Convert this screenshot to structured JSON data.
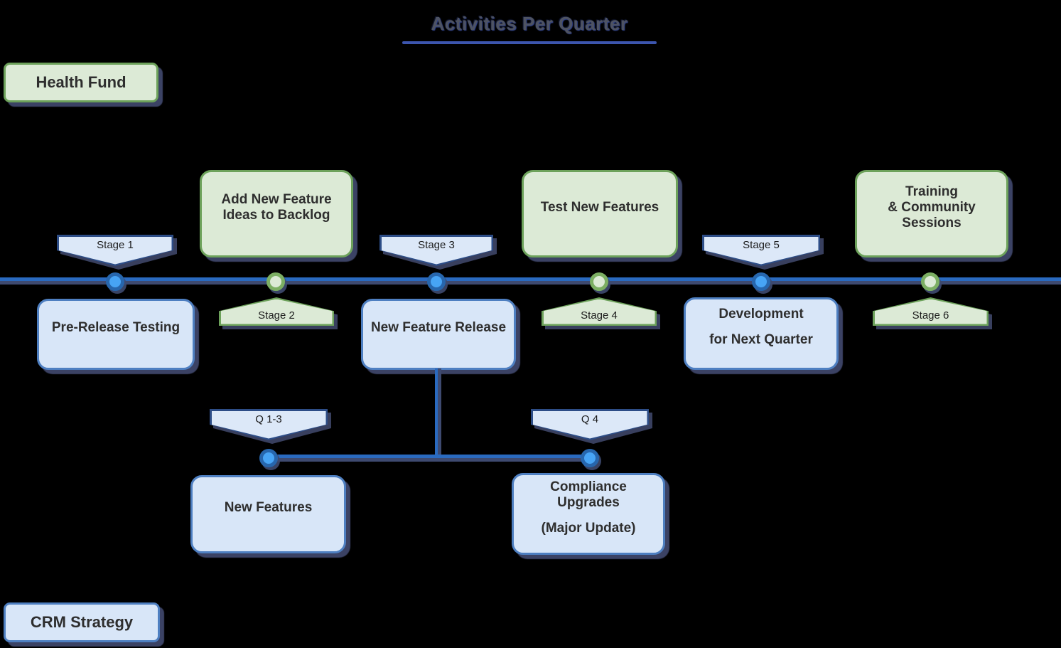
{
  "title": "Activities Per Quarter",
  "corner_labels": {
    "top_left": "Health Fund",
    "bottom_left": "CRM Strategy"
  },
  "stages": [
    {
      "label": "Stage 1",
      "marker_side": "above",
      "theme": "blue",
      "activity": {
        "lines": [
          "Pre-Release Testing"
        ],
        "placement": "below",
        "theme": "blue"
      }
    },
    {
      "label": "Stage 2",
      "marker_side": "below",
      "theme": "green",
      "activity": {
        "lines": [
          "Add New Feature Ideas to Backlog"
        ],
        "placement": "above",
        "theme": "green"
      }
    },
    {
      "label": "Stage 3",
      "marker_side": "above",
      "theme": "blue",
      "activity": {
        "lines": [
          "New Feature Release"
        ],
        "placement": "below",
        "theme": "blue"
      }
    },
    {
      "label": "Stage 4",
      "marker_side": "below",
      "theme": "green",
      "activity": {
        "lines": [
          "Test New Features"
        ],
        "placement": "above",
        "theme": "green"
      }
    },
    {
      "label": "Stage 5",
      "marker_side": "above",
      "theme": "blue",
      "activity": {
        "lines": [
          "Development",
          "for Next Quarter"
        ],
        "placement": "below",
        "theme": "blue"
      }
    },
    {
      "label": "Stage 6",
      "marker_side": "below",
      "theme": "green",
      "activity": {
        "lines": [
          "Training",
          "& Community Sessions"
        ],
        "placement": "above",
        "theme": "green"
      }
    }
  ],
  "sub_branch": {
    "parent_stage": "Stage 3",
    "markers": [
      {
        "label": "Q 1-3",
        "activity": {
          "lines": [
            "New Features"
          ]
        }
      },
      {
        "label": "Q 4",
        "activity": {
          "lines": [
            "Compliance Upgrades",
            "(Major Update)"
          ]
        }
      }
    ]
  },
  "colors": {
    "green_fill": "#dcead6",
    "green_border": "#6da25b",
    "blue_fill": "#d8e6f8",
    "blue_border": "#4e7fc1",
    "banner_blue_fill": "#dce8f8",
    "banner_border_navy": "#2d4d87",
    "timeline_blue": "#2a6abf",
    "timeline_shadow": "#3e4a70",
    "node_blue": "#47a4f5",
    "node_blue_ring": "#2766ad",
    "node_green_ring": "#7caf63",
    "title_underline": "#3c55ae"
  }
}
